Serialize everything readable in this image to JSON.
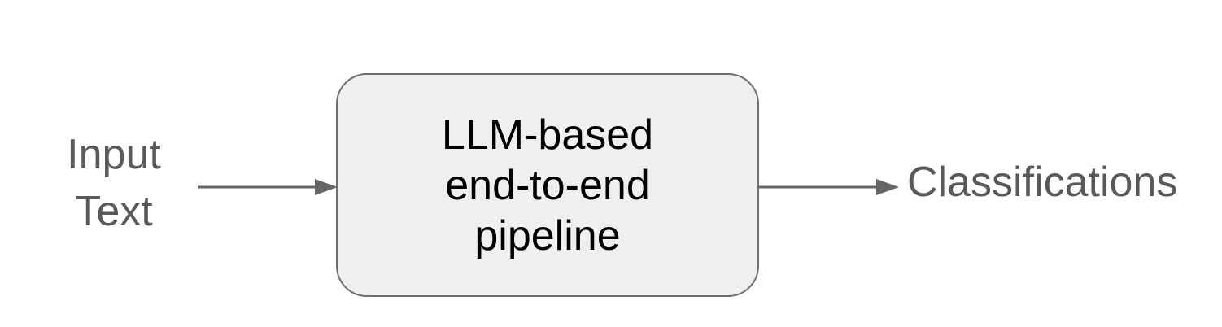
{
  "diagram": {
    "input_label": {
      "line1": "Input",
      "line2": "Text"
    },
    "pipeline_box": {
      "line1": "LLM-based",
      "line2": "end-to-end",
      "line3": "pipeline"
    },
    "output_label": "Classifications"
  },
  "colors": {
    "background": "#ffffff",
    "gray_text": "#595959",
    "arrow": "#666666",
    "box_border": "#6e6e6e",
    "box_fill": "#efefef",
    "box_text": "#000000"
  }
}
